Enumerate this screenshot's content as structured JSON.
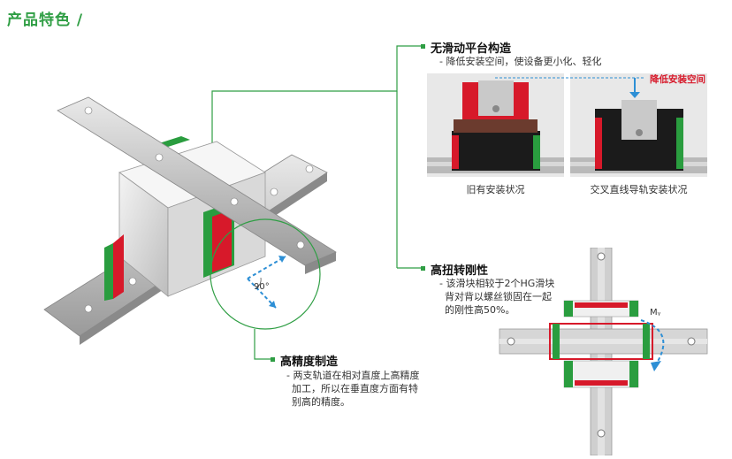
{
  "page": {
    "title": "产品特色 /"
  },
  "features": [
    {
      "title": "无滑动平台构造",
      "desc": "- 降低安装空间，使设备更小化、轻化"
    },
    {
      "title": "高扭转刚性",
      "desc": [
        "- 该滑块相较于2个HG滑块",
        "背对背以螺丝锁固在一起",
        "的刚性高50%。"
      ]
    },
    {
      "title": "高精度制造",
      "desc": [
        "- 两支轨道在相对直度上高精度",
        "加工，所以在垂直度方面有特",
        "别高的精度。"
      ]
    }
  ],
  "main_figure": {
    "angle_label": "90°"
  },
  "install_compare": {
    "callout": "降低安装空间",
    "captions": [
      "旧有安装状况",
      "交叉直线导轨安装状况"
    ]
  },
  "torsion_figure": {
    "moment_label": "Mᵧ"
  },
  "colors": {
    "brand_green": "#2f9e44",
    "accent_red": "#d7192a",
    "arrow_blue": "#2d8fd5"
  }
}
